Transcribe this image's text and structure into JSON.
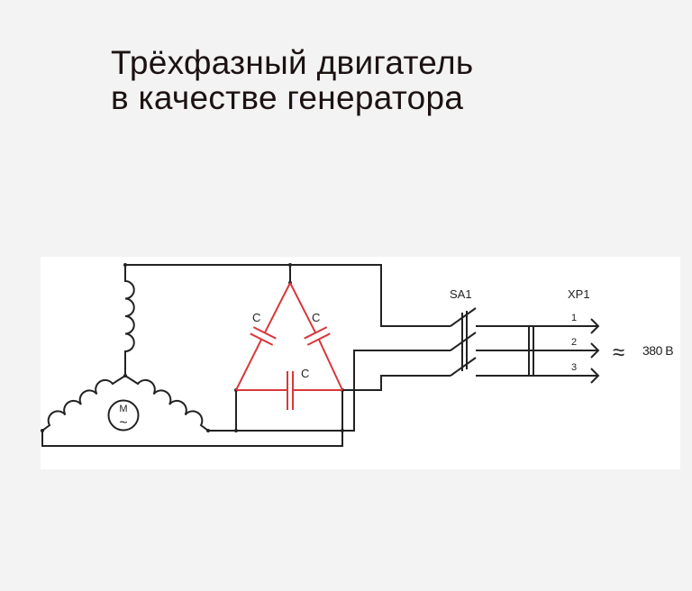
{
  "title": {
    "line1": "Трёхфазный двигатель",
    "line2": "в качестве генератора"
  },
  "diagram": {
    "motor_label": "M",
    "motor_symbol": "~",
    "capacitor_labels": [
      "C",
      "C",
      "C"
    ],
    "switch_label": "SA1",
    "connector_label": "XP1",
    "output_numbers": [
      "1",
      "2",
      "3"
    ],
    "ac_symbol": "≈",
    "output_voltage": "380 В",
    "colors": {
      "wire": "#222222",
      "capacitor": "#d8383a",
      "panel": "#ffffff",
      "background": "#f3f3f3"
    }
  }
}
